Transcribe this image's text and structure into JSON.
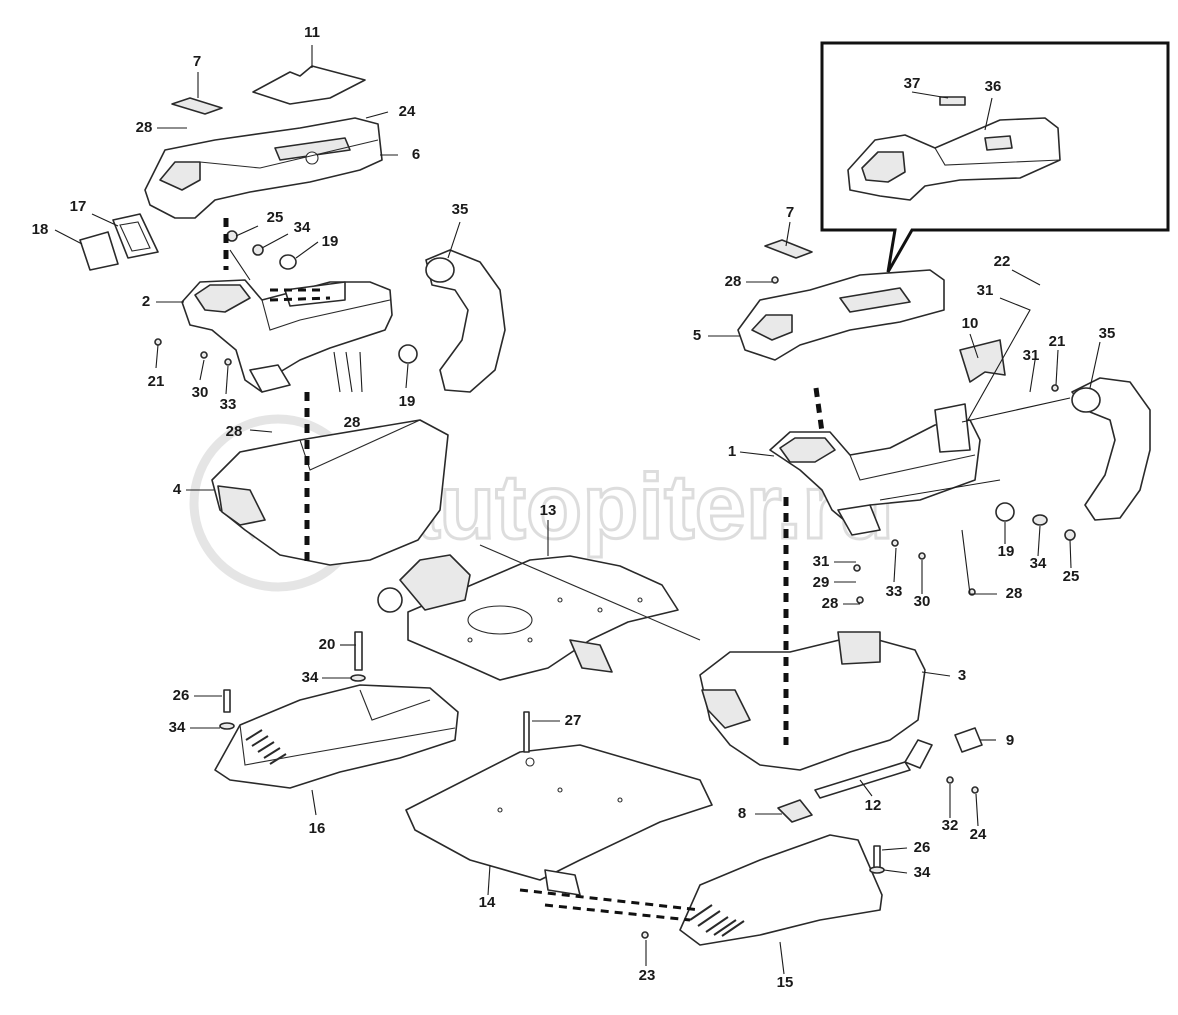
{
  "watermark": {
    "text": "autopiter.ru"
  },
  "callouts": [
    {
      "id": "c-11",
      "label": "11"
    },
    {
      "id": "c-7a",
      "label": "7"
    },
    {
      "id": "c-28a",
      "label": "28"
    },
    {
      "id": "c-24a",
      "label": "24"
    },
    {
      "id": "c-6",
      "label": "6"
    },
    {
      "id": "c-17",
      "label": "17"
    },
    {
      "id": "c-18",
      "label": "18"
    },
    {
      "id": "c-25a",
      "label": "25"
    },
    {
      "id": "c-34a",
      "label": "34"
    },
    {
      "id": "c-19a",
      "label": "19"
    },
    {
      "id": "c-35a",
      "label": "35"
    },
    {
      "id": "c-2",
      "label": "2"
    },
    {
      "id": "c-21a",
      "label": "21"
    },
    {
      "id": "c-30a",
      "label": "30"
    },
    {
      "id": "c-33a",
      "label": "33"
    },
    {
      "id": "c-28b",
      "label": "28"
    },
    {
      "id": "c-19b",
      "label": "19"
    },
    {
      "id": "c-28c",
      "label": "28"
    },
    {
      "id": "c-4",
      "label": "4"
    },
    {
      "id": "c-13",
      "label": "13"
    },
    {
      "id": "c-20",
      "label": "20"
    },
    {
      "id": "c-34b",
      "label": "34"
    },
    {
      "id": "c-26a",
      "label": "26"
    },
    {
      "id": "c-34c",
      "label": "34"
    },
    {
      "id": "c-16",
      "label": "16"
    },
    {
      "id": "c-27",
      "label": "27"
    },
    {
      "id": "c-14",
      "label": "14"
    },
    {
      "id": "c-23",
      "label": "23"
    },
    {
      "id": "c-15",
      "label": "15"
    },
    {
      "id": "c-26b",
      "label": "26"
    },
    {
      "id": "c-34d",
      "label": "34"
    },
    {
      "id": "c-37",
      "label": "37"
    },
    {
      "id": "c-36",
      "label": "36"
    },
    {
      "id": "c-7b",
      "label": "7"
    },
    {
      "id": "c-28d",
      "label": "28"
    },
    {
      "id": "c-5",
      "label": "5"
    },
    {
      "id": "c-22",
      "label": "22"
    },
    {
      "id": "c-31a",
      "label": "31"
    },
    {
      "id": "c-10",
      "label": "10"
    },
    {
      "id": "c-31b",
      "label": "31"
    },
    {
      "id": "c-21b",
      "label": "21"
    },
    {
      "id": "c-35b",
      "label": "35"
    },
    {
      "id": "c-1",
      "label": "1"
    },
    {
      "id": "c-31c",
      "label": "31"
    },
    {
      "id": "c-29",
      "label": "29"
    },
    {
      "id": "c-28e",
      "label": "28"
    },
    {
      "id": "c-33b",
      "label": "33"
    },
    {
      "id": "c-30b",
      "label": "30"
    },
    {
      "id": "c-28f",
      "label": "28"
    },
    {
      "id": "c-19c",
      "label": "19"
    },
    {
      "id": "c-34e",
      "label": "34"
    },
    {
      "id": "c-25b",
      "label": "25"
    },
    {
      "id": "c-3",
      "label": "3"
    },
    {
      "id": "c-9",
      "label": "9"
    },
    {
      "id": "c-8",
      "label": "8"
    },
    {
      "id": "c-12",
      "label": "12"
    },
    {
      "id": "c-32",
      "label": "32"
    },
    {
      "id": "c-24b",
      "label": "24"
    }
  ]
}
